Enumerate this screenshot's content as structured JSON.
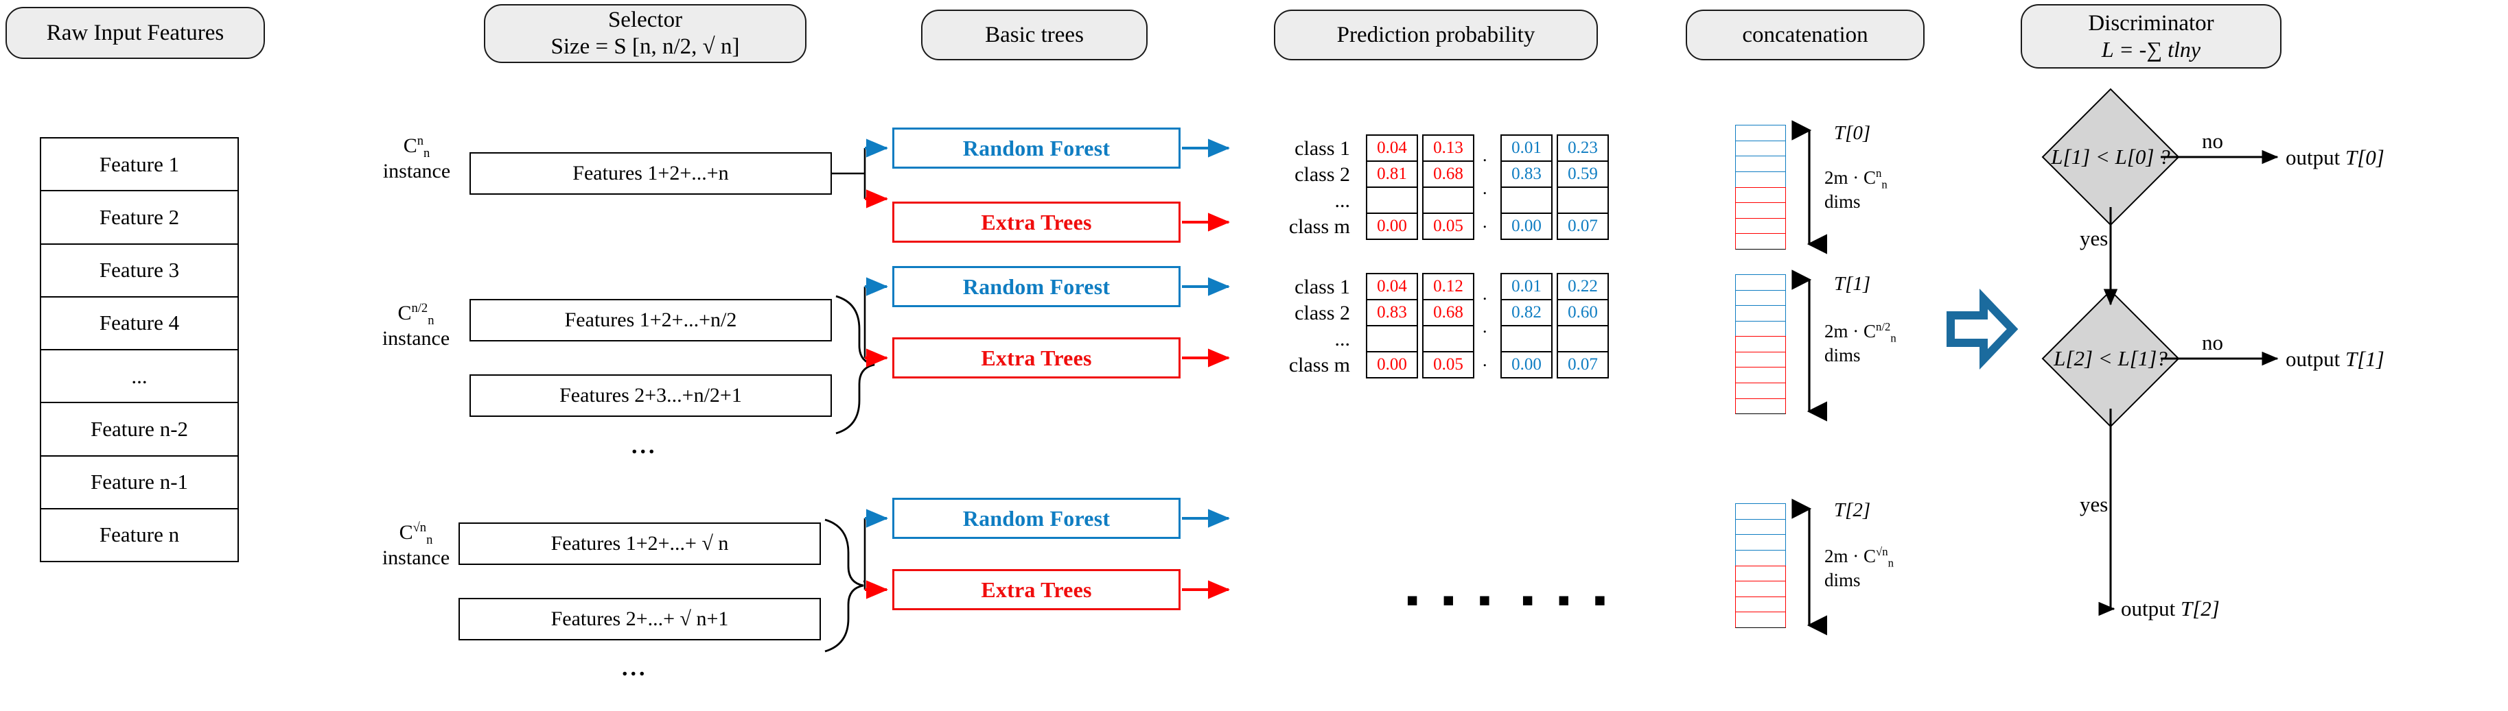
{
  "headers": {
    "raw_input": {
      "line1": "Raw Input Features"
    },
    "selector": {
      "line1": "Selector",
      "line2": "Size = S [n, n/2, √ n]"
    },
    "basic_trees": {
      "line1": "Basic trees"
    },
    "prediction": {
      "line1": "Prediction probability"
    },
    "concatenation": {
      "line1": "concatenation"
    },
    "discriminator": {
      "line1": "Discriminator",
      "line2": "L  =  -∑ tlny"
    }
  },
  "feature_table": {
    "rows": [
      "Feature 1",
      "Feature 2",
      "Feature 3",
      "Feature 4",
      "...",
      "Feature n-2",
      "Feature n-1",
      "Feature n"
    ]
  },
  "rows": [
    {
      "instance_c": "C",
      "instance_sup": "n",
      "instance_sub": "n",
      "instance_word": "instance",
      "selectors": [
        "Features 1+2+...+n"
      ],
      "has_ellipsis": false,
      "models": {
        "rf": "Random Forest",
        "et": "Extra Trees"
      },
      "prob_columns": [
        {
          "color": "red",
          "values": [
            "0.04",
            "0.81",
            "",
            "0.00"
          ]
        },
        {
          "color": "red",
          "values": [
            "0.13",
            "0.68",
            "",
            "0.05"
          ]
        },
        {
          "color": "blue",
          "values": [
            "0.01",
            "0.83",
            "",
            "0.00"
          ]
        },
        {
          "color": "blue",
          "values": [
            "0.23",
            "0.59",
            "",
            "0.07"
          ]
        }
      ],
      "class_labels": [
        "class 1",
        "class 2",
        "...",
        "class m"
      ],
      "stack_blue_segments": 4,
      "stack_red_segments": 4,
      "t_label": "T[0]",
      "dims_line1": "2m · C",
      "dims_sup": "n",
      "dims_sub": "n",
      "dims_line2": "dims"
    },
    {
      "instance_c": "C",
      "instance_sup": "n/2",
      "instance_sub": "n",
      "instance_word": "instance",
      "selectors": [
        "Features 1+2+...+n/2",
        "Features 2+3...+n/2+1"
      ],
      "has_ellipsis": true,
      "models": {
        "rf": "Random Forest",
        "et": "Extra Trees"
      },
      "prob_columns": [
        {
          "color": "red",
          "values": [
            "0.04",
            "0.83",
            "",
            "0.00"
          ]
        },
        {
          "color": "red",
          "values": [
            "0.12",
            "0.68",
            "",
            "0.05"
          ]
        },
        {
          "color": "blue",
          "values": [
            "0.01",
            "0.82",
            "",
            "0.00"
          ]
        },
        {
          "color": "blue",
          "values": [
            "0.22",
            "0.60",
            "",
            "0.07"
          ]
        }
      ],
      "class_labels": [
        "class 1",
        "class 2",
        "...",
        "class m"
      ],
      "stack_blue_segments": 4,
      "stack_red_segments": 5,
      "t_label": "T[1]",
      "dims_line1": "2m · C",
      "dims_sup": "n/2",
      "dims_sub": "n",
      "dims_line2": "dims"
    },
    {
      "instance_c": "C",
      "instance_sup": "√n",
      "instance_sub": "n",
      "instance_word": "instance",
      "selectors": [
        "Features 1+2+...+ √ n",
        "Features 2+...+ √ n+1"
      ],
      "has_ellipsis": true,
      "models": {
        "rf": "Random Forest",
        "et": "Extra Trees"
      },
      "prob_columns": [],
      "class_labels": [],
      "stack_blue_segments": 4,
      "stack_red_segments": 4,
      "t_label": "T[2]",
      "dims_line1": "2m · C",
      "dims_sup": "√n",
      "dims_sub": "n",
      "dims_line2": "dims"
    }
  ],
  "ellipsis": {
    "big_left": "▪ ▪ ▪",
    "big_right": "▪ ▪ ▪",
    "small": "..."
  },
  "flow": {
    "decision1": "L[1] < L[0] ?",
    "decision2": "L[2] < L[1]?",
    "no1": "no",
    "no2": "no",
    "yes1": "yes",
    "yes2": "yes",
    "output0": "output T[0]",
    "output1": "output T[1]",
    "output2": "output T[2]"
  },
  "colors": {
    "blue": "#0f7dc2",
    "red": "#ff0000",
    "pill_fill": "#ededed",
    "diamond_fill": "#d4d4d4"
  }
}
